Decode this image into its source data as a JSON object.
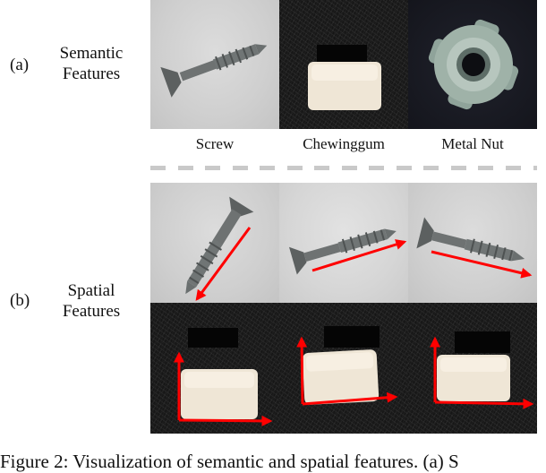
{
  "figure": {
    "row_a": {
      "letter": "(a)",
      "label_line1": "Semantic",
      "label_line2": "Features"
    },
    "row_b": {
      "letter": "(b)",
      "label_line1": "Spatial",
      "label_line2": "Features"
    },
    "semantic_panels": [
      {
        "name": "Screw",
        "object": "screw",
        "background": "light-gray"
      },
      {
        "name": "Chewinggum",
        "object": "chewing-gum",
        "background": "dark-textured"
      },
      {
        "name": "Metal Nut",
        "object": "metal-nut",
        "background": "dark-navy"
      }
    ],
    "spatial_panels_screw": [
      {
        "object": "screw",
        "orientation": "tip down-left",
        "arrow": "red arrow along shaft toward bottom-left"
      },
      {
        "object": "screw",
        "orientation": "tip up-right",
        "arrow": "red arrow toward upper-right"
      },
      {
        "object": "screw",
        "orientation": "tip down-right",
        "arrow": "red arrow toward lower-right"
      }
    ],
    "spatial_panels_gum": [
      {
        "object": "chewing-gum",
        "arrows": "red x/y axes at bottom-left corner"
      },
      {
        "object": "chewing-gum",
        "arrows": "red x/y axes, slightly rotated"
      },
      {
        "object": "chewing-gum",
        "arrows": "red x/y axes at bottom-left corner"
      }
    ],
    "arrow_color": "#ff0000",
    "divider": "dashed gray line",
    "caption": "Figure 2: Visualization of semantic and spatial features. (a) S"
  }
}
